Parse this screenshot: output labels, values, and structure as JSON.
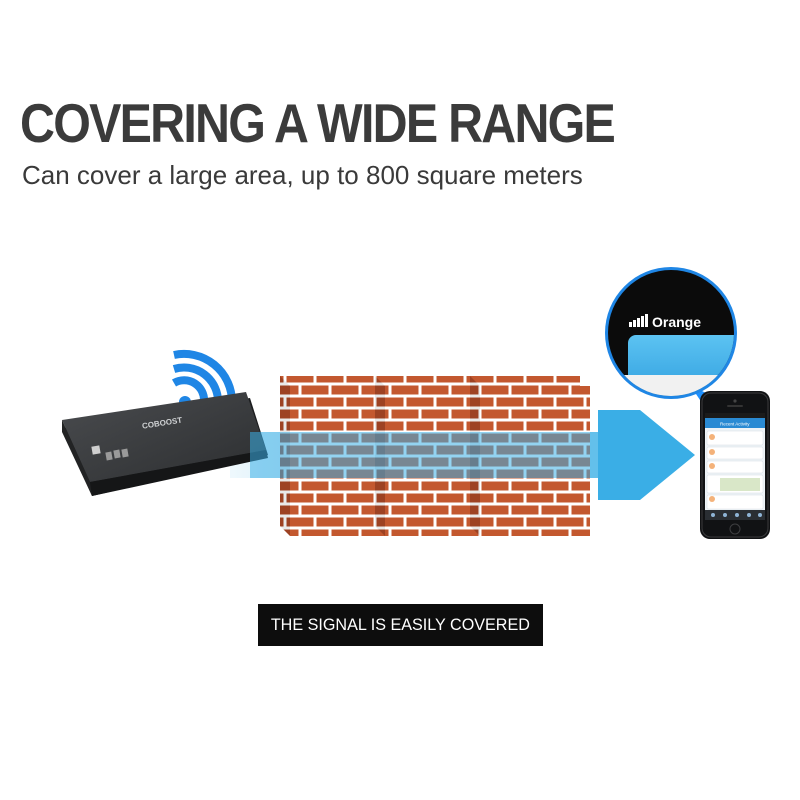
{
  "header": {
    "title": "COVERING A WIDE RANGE",
    "subtitle": "Can cover a large area, up to 800 square meters"
  },
  "device": {
    "brand": "COBOOST"
  },
  "phone": {
    "carrier": "Orange",
    "app_title": "Recent Activity"
  },
  "caption": {
    "text": "THE SIGNAL IS EASILY COVERED"
  },
  "colors": {
    "brick": "#c3582f",
    "mortar": "#ffffff",
    "signal": "#3aaee6",
    "device": "#333537",
    "headline": "#3b3b3b"
  }
}
